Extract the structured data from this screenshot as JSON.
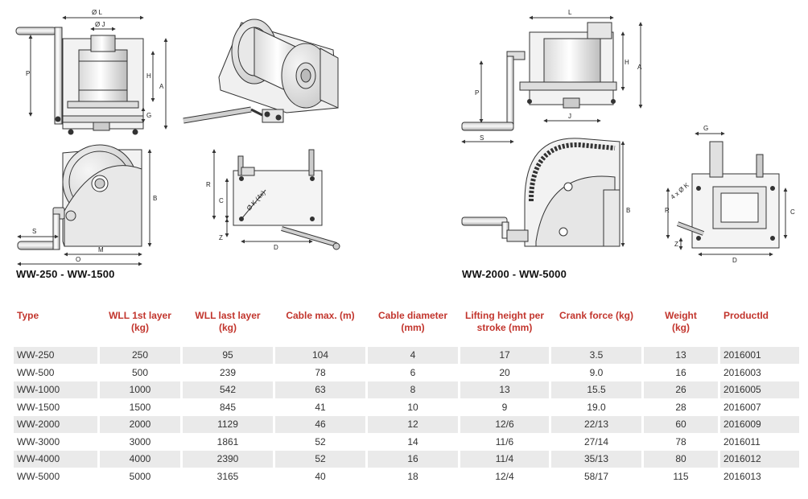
{
  "captions": {
    "left": "WW-250  -  WW-1500",
    "right": "WW-2000  -  WW-5000"
  },
  "dimension_labels": {
    "L": "Ø L",
    "J": "Ø J",
    "P": "P",
    "H": "H",
    "A": "A",
    "G": "G",
    "B": "B",
    "S": "S",
    "M": "M",
    "O": "O",
    "R": "R",
    "C": "C",
    "Z": "Z",
    "D": "D",
    "K": "Ø K (4x)",
    "L2": "L",
    "H2": "H",
    "A2": "A",
    "P2": "P",
    "S2": "S",
    "J2": "J",
    "G2": "G",
    "B2": "B",
    "R2": "R",
    "C2": "C",
    "Z2": "Z",
    "D2": "D",
    "K2": "4 x Ø K"
  },
  "table": {
    "headers": [
      {
        "line1": "Type",
        "line2": ""
      },
      {
        "line1": "WLL 1st layer",
        "line2": "(kg)"
      },
      {
        "line1": "WLL last layer",
        "line2": "(kg)"
      },
      {
        "line1": "Cable max. (m)",
        "line2": ""
      },
      {
        "line1": "Cable diameter",
        "line2": "(mm)"
      },
      {
        "line1": "Lifting height per",
        "line2": "stroke (mm)"
      },
      {
        "line1": "Crank force (kg)",
        "line2": ""
      },
      {
        "line1": "Weight",
        "line2": "(kg)"
      },
      {
        "line1": "ProductId",
        "line2": ""
      }
    ],
    "rows": [
      [
        "WW-250",
        "250",
        "95",
        "104",
        "4",
        "17",
        "3.5",
        "13",
        "2016001"
      ],
      [
        "WW-500",
        "500",
        "239",
        "78",
        "6",
        "20",
        "9.0",
        "16",
        "2016003"
      ],
      [
        "WW-1000",
        "1000",
        "542",
        "63",
        "8",
        "13",
        "15.5",
        "26",
        "2016005"
      ],
      [
        "WW-1500",
        "1500",
        "845",
        "41",
        "10",
        "9",
        "19.0",
        "28",
        "2016007"
      ],
      [
        "WW-2000",
        "2000",
        "1129",
        "46",
        "12",
        "12/6",
        "22/13",
        "60",
        "2016009"
      ],
      [
        "WW-3000",
        "3000",
        "1861",
        "52",
        "14",
        "11/6",
        "27/14",
        "78",
        "2016011"
      ],
      [
        "WW-4000",
        "4000",
        "2390",
        "52",
        "16",
        "11/4",
        "35/13",
        "80",
        "2016012"
      ],
      [
        "WW-5000",
        "5000",
        "3165",
        "40",
        "18",
        "12/4",
        "58/17",
        "115",
        "2016013"
      ]
    ]
  }
}
